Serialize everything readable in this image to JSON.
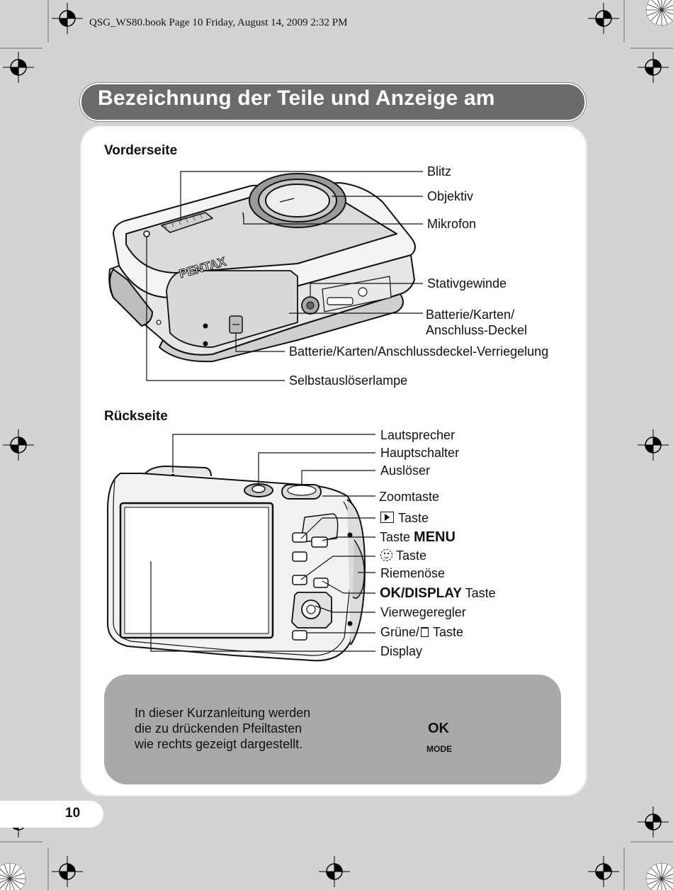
{
  "header": {
    "book_line": "QSG_WS80.book  Page 10  Friday, August 14, 2009  2:32 PM"
  },
  "title": "Bezeichnung der Teile und Anzeige am",
  "front": {
    "heading": "Vorderseite",
    "logo_text": "PENTAX",
    "labels": {
      "blitz": "Blitz",
      "objektiv": "Objektiv",
      "mikrofon": "Mikrofon",
      "stativ": "Stativgewinde",
      "batterie_line1": "Batterie/Karten/",
      "batterie_line2": "Anschluss-Deckel",
      "verriegelung": "Batterie/Karten/Anschlussdeckel-Verriegelung",
      "selbstausloeser": "Selbstauslöserlampe"
    }
  },
  "back": {
    "heading": "Rückseite",
    "labels": {
      "lautsprecher": "Lautsprecher",
      "hauptschalter": "Hauptschalter",
      "ausloeser": "Auslöser",
      "zoomtaste": "Zoomtaste",
      "playback_suffix": "Taste",
      "menu_prefix": "Taste",
      "menu_word": "MENU",
      "face_suffix": "Taste",
      "riemenoese": "Riemenöse",
      "ok_word": "OK",
      "display_word": "/DISPLAY",
      "ok_suffix": "Taste",
      "vierwege": "Vierwegeregler",
      "gruene_prefix": "Grüne/",
      "gruene_suffix": "Taste",
      "display": "Display"
    }
  },
  "note": {
    "line1": "In dieser Kurzanleitung werden",
    "line2": "die zu drückenden Pfeiltasten",
    "line3": "wie rechts gezeigt dargestellt.",
    "pad_center": "OK",
    "pad_bottom": "MODE"
  },
  "page_number": "10",
  "colors": {
    "title_bar": "#6b6b6b",
    "background": "#d3d3d3",
    "note_box": "#a9a9a9"
  }
}
